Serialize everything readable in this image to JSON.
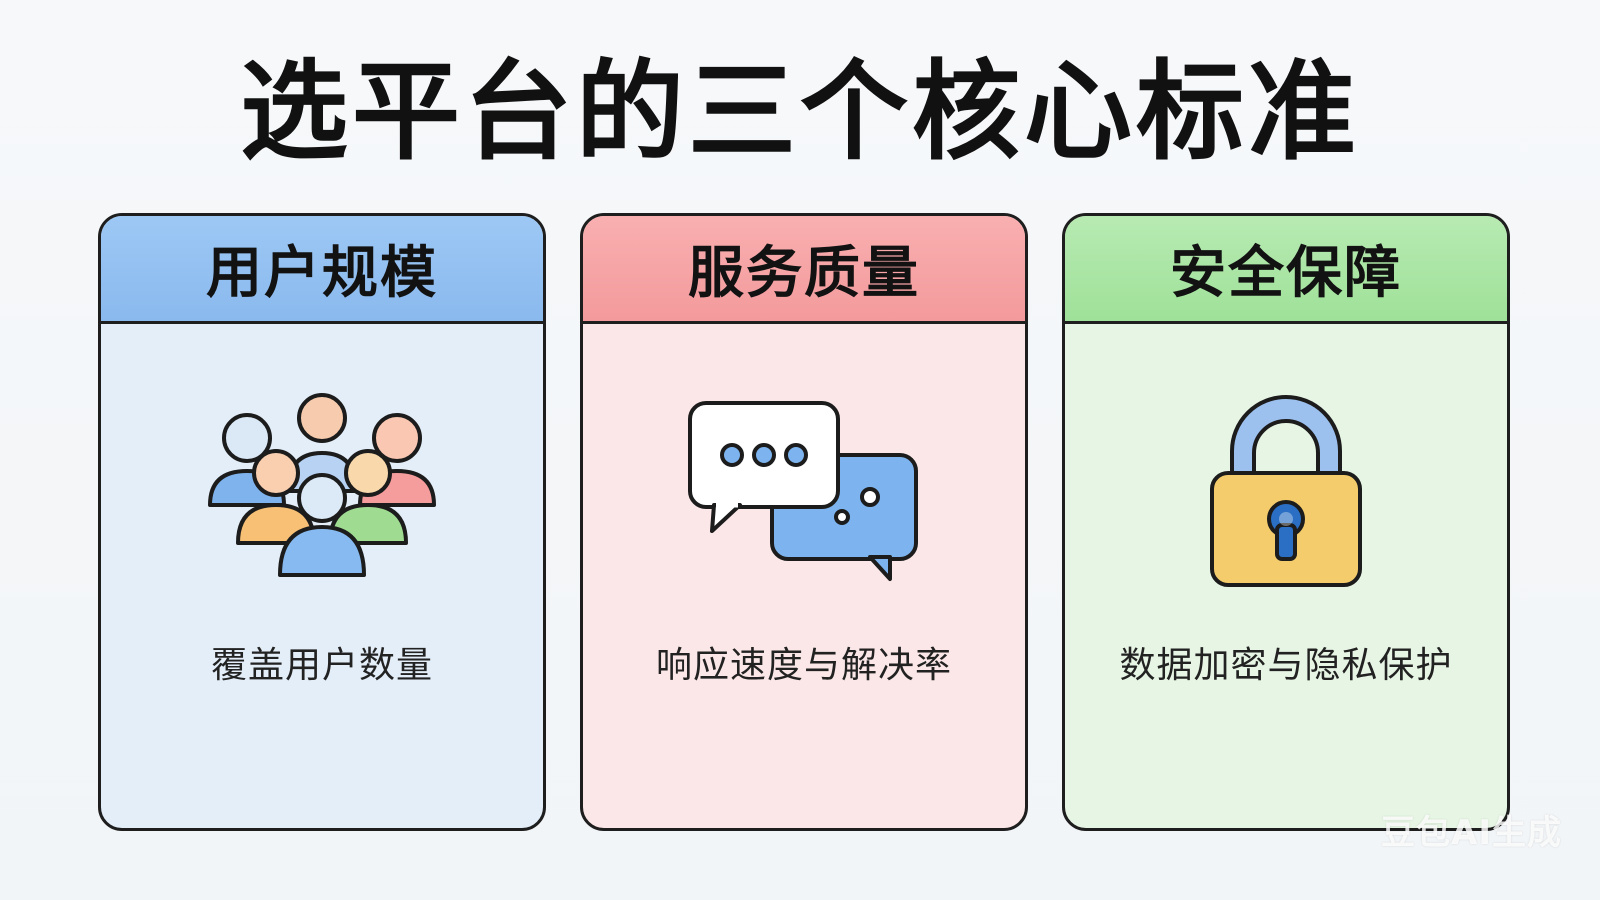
{
  "title": "选平台的三个核心标准",
  "cards": [
    {
      "title": "用户规模",
      "description": "覆盖用户数量",
      "icon": "people-group-icon",
      "accent": "#8ab9ee"
    },
    {
      "title": "服务质量",
      "description": "响应速度与解决率",
      "icon": "chat-bubbles-icon",
      "accent": "#f39a9c"
    },
    {
      "title": "安全保障",
      "description": "数据加密与隐私保护",
      "icon": "padlock-icon",
      "accent": "#9fe199"
    }
  ],
  "watermark": "豆包AI生成"
}
